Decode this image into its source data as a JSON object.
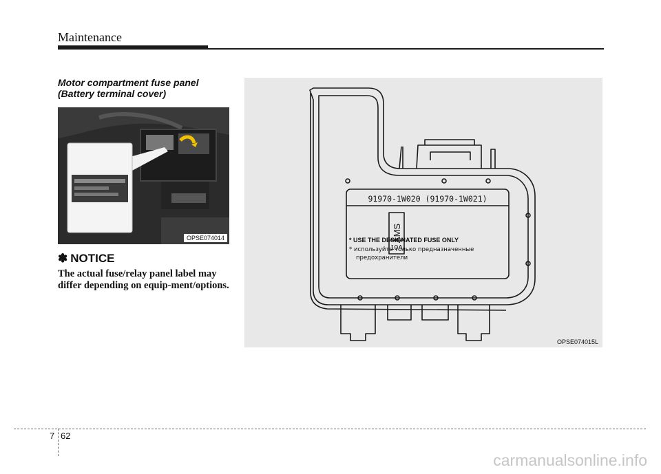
{
  "header": {
    "title": "Maintenance"
  },
  "section": {
    "title_line1": "Motor compartment fuse panel",
    "title_line2": "(Battery terminal cover)"
  },
  "photo": {
    "code": "OPSE074014"
  },
  "notice": {
    "mark": "✽",
    "title": "NOTICE",
    "text": "The actual fuse/relay panel label may differ depending on equip-ment/options."
  },
  "figure": {
    "code": "OPSE074015L",
    "part_numbers": "91970-1W020   (91970-1W021)",
    "fuse_name": "AMS",
    "fuse_rating": "10A",
    "warning_en": "* USE THE DESIGNATED FUSE ONLY",
    "warning_ru_1": "* используйте только предназначенные",
    "warning_ru_2": "предохранители"
  },
  "footer": {
    "chapter": "7",
    "page": "62"
  },
  "watermark": "carmanualsonline.info"
}
